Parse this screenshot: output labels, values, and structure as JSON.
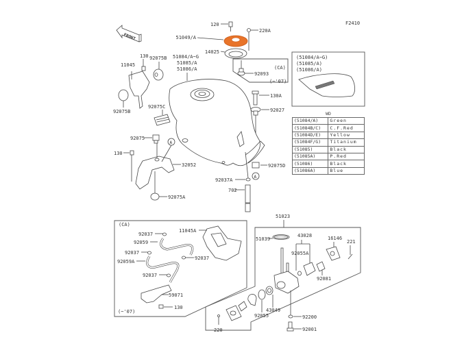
{
  "figure_code": "F2410",
  "front_label": "FRONT",
  "highlight_color": "#e8742a",
  "highlighted_part": "51049/A",
  "callouts": {
    "p120": "120",
    "p51049": "51049/A",
    "p220A": "220A",
    "p14025": "14025",
    "p130_top": "130",
    "p92075B_top": "92075B",
    "p11045": "11045",
    "p92075B_left": "92075B",
    "p51084": "51084/A~G",
    "p51085": "51085/A",
    "p51086": "51086/A",
    "p92093": "92093",
    "ca_top": "(CA)",
    "yr_top": "(~'07)",
    "p130A": "130A",
    "p92027": "92027",
    "p92075C": "92075C",
    "p92075": "92075",
    "p130_mid": "130",
    "p32052": "32052",
    "p92075A": "92075A",
    "p92075D": "92075D",
    "p92037A": "92037A",
    "p702": "702",
    "marker_a": "A"
  },
  "inset_tank": {
    "lines": [
      "(51084/A~G)",
      "(51085/A)",
      "(51086/A)"
    ]
  },
  "wd_table": {
    "title": "WD",
    "rows": [
      {
        "part": "(51084/A)",
        "color": "Green"
      },
      {
        "part": "(51084B/C)",
        "color": "C.F.Red"
      },
      {
        "part": "(51084D/E)",
        "color": "Yellow"
      },
      {
        "part": "(51084F/G)",
        "color": "Titanium"
      },
      {
        "part": "(51085)",
        "color": "Black"
      },
      {
        "part": "(51085A)",
        "color": "P.Red"
      },
      {
        "part": "(51086)",
        "color": "Black"
      },
      {
        "part": "(51086A)",
        "color": "Blue"
      }
    ]
  },
  "ca_box": {
    "ca": "(CA)",
    "yr": "(~'07)",
    "p92037_1": "92037",
    "p92059": "92059",
    "p92037_2": "92037",
    "p92059A": "92059A",
    "p92037_3": "92037",
    "p92037_4": "92037",
    "p11045A": "11045A",
    "p59071": "59071",
    "p130": "130"
  },
  "cock_box": {
    "p51023": "51023",
    "p51039": "51039",
    "p43028": "43028",
    "p92055A": "92055A",
    "p16146": "16146",
    "p221": "221",
    "p92081": "92081",
    "p43049": "43049",
    "p92055": "92055",
    "p92200": "92200",
    "p92001": "92001",
    "p220": "220"
  }
}
